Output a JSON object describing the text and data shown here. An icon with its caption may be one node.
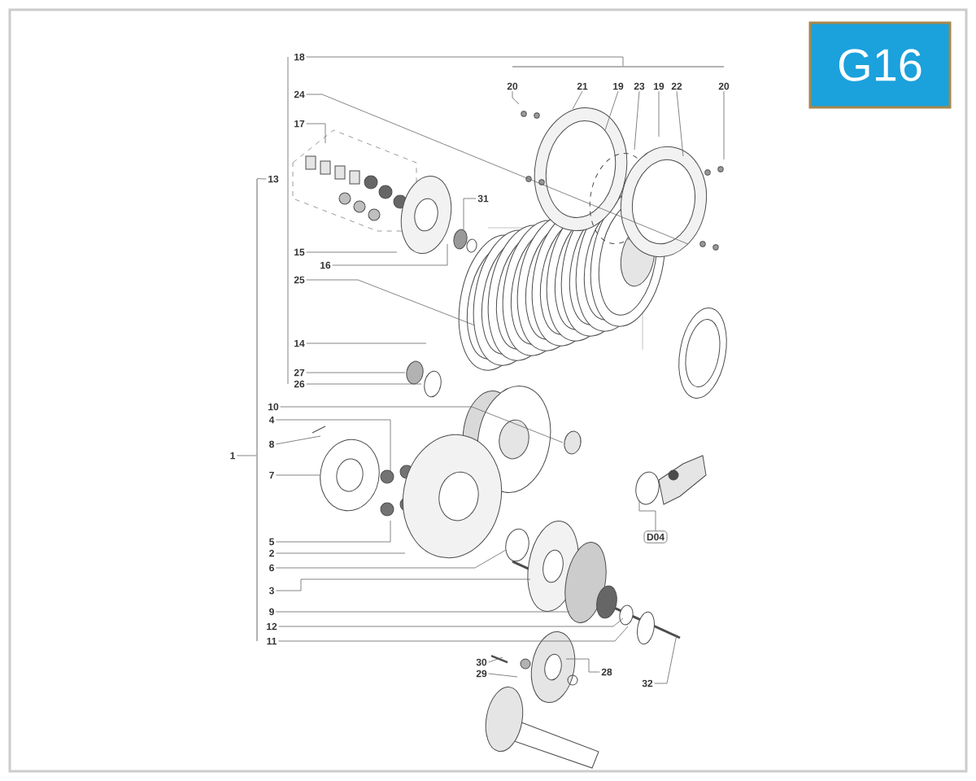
{
  "diagram": {
    "nodes": [
      {
        "text": [
          "G16"
        ]
      },
      {
        "text": [
          "18"
        ]
      },
      {
        "text": [
          "20"
        ]
      },
      {
        "text": [
          "21"
        ]
      },
      {
        "text": [
          "19"
        ]
      },
      {
        "text": [
          "23"
        ]
      },
      {
        "text": [
          "19"
        ]
      },
      {
        "text": [
          "22"
        ]
      },
      {
        "text": [
          "20"
        ]
      },
      {
        "text": [
          "24"
        ]
      },
      {
        "text": [
          "17"
        ]
      },
      {
        "text": [
          "13"
        ]
      },
      {
        "text": [
          "31"
        ]
      },
      {
        "text": [
          "15"
        ]
      },
      {
        "text": [
          "16"
        ]
      },
      {
        "text": [
          "25"
        ]
      },
      {
        "text": [
          "14"
        ]
      },
      {
        "text": [
          "27"
        ]
      },
      {
        "text": [
          "26"
        ]
      },
      {
        "text": [
          "10"
        ]
      },
      {
        "text": [
          "4"
        ]
      },
      {
        "text": [
          "8"
        ]
      },
      {
        "text": [
          "1"
        ]
      },
      {
        "text": [
          "7"
        ]
      },
      {
        "text": [
          "D04"
        ]
      },
      {
        "text": [
          "5"
        ]
      },
      {
        "text": [
          "2"
        ]
      },
      {
        "text": [
          "6"
        ]
      },
      {
        "text": [
          "3"
        ]
      },
      {
        "text": [
          "9"
        ]
      },
      {
        "text": [
          "12"
        ]
      },
      {
        "text": [
          "11"
        ]
      },
      {
        "text": [
          "30"
        ]
      },
      {
        "text": [
          "29"
        ]
      },
      {
        "text": [
          "28"
        ]
      },
      {
        "text": [
          "32"
        ]
      },
      {
        "text": [],
        "shape": "bar"
      },
      {
        "text": [],
        "shape": "bar"
      }
    ],
    "edges": [
      {
        "from": 1,
        "to": 37,
        "arrow": "none"
      },
      {
        "from": 2,
        "to": null,
        "arrow": "none"
      },
      {
        "from": 3,
        "to": null,
        "arrow": "none"
      },
      {
        "from": 4,
        "to": null,
        "arrow": "none"
      },
      {
        "from": 5,
        "to": null,
        "arrow": "none"
      },
      {
        "from": 6,
        "to": null,
        "arrow": "none"
      },
      {
        "from": 7,
        "to": null,
        "arrow": "none"
      },
      {
        "from": 8,
        "to": null,
        "arrow": "none"
      },
      {
        "from": 9,
        "to": null,
        "arrow": "none"
      },
      {
        "from": 10,
        "to": null,
        "arrow": "none"
      },
      {
        "from": 11,
        "to": 36,
        "arrow": "none"
      },
      {
        "from": 12,
        "to": null,
        "arrow": "none"
      },
      {
        "from": 13,
        "to": null,
        "arrow": "none"
      },
      {
        "from": 14,
        "to": null,
        "arrow": "none"
      },
      {
        "from": 15,
        "to": null,
        "arrow": "none"
      },
      {
        "from": 16,
        "to": null,
        "arrow": "none"
      },
      {
        "from": 17,
        "to": null,
        "arrow": "none"
      },
      {
        "from": 18,
        "to": null,
        "arrow": "none"
      },
      {
        "from": 19,
        "to": null,
        "arrow": "none"
      },
      {
        "from": 20,
        "to": null,
        "arrow": "none"
      },
      {
        "from": 21,
        "to": null,
        "arrow": "none"
      },
      {
        "from": 22,
        "to": 36,
        "arrow": "none"
      },
      {
        "from": 23,
        "to": null,
        "arrow": "none"
      },
      {
        "from": 24,
        "to": null,
        "arrow": "none"
      },
      {
        "from": 25,
        "to": null,
        "arrow": "none"
      },
      {
        "from": 26,
        "to": null,
        "arrow": "none"
      },
      {
        "from": 27,
        "to": null,
        "arrow": "none"
      },
      {
        "from": 28,
        "to": null,
        "arrow": "none"
      },
      {
        "from": 29,
        "to": null,
        "arrow": "none"
      },
      {
        "from": 30,
        "to": null,
        "arrow": "none"
      },
      {
        "from": 31,
        "to": null,
        "arrow": "none"
      },
      {
        "from": 32,
        "to": null,
        "arrow": "none"
      },
      {
        "from": 33,
        "to": null,
        "arrow": "none"
      },
      {
        "from": 34,
        "to": null,
        "arrow": "none"
      },
      {
        "from": 35,
        "to": null,
        "arrow": "none"
      }
    ]
  }
}
